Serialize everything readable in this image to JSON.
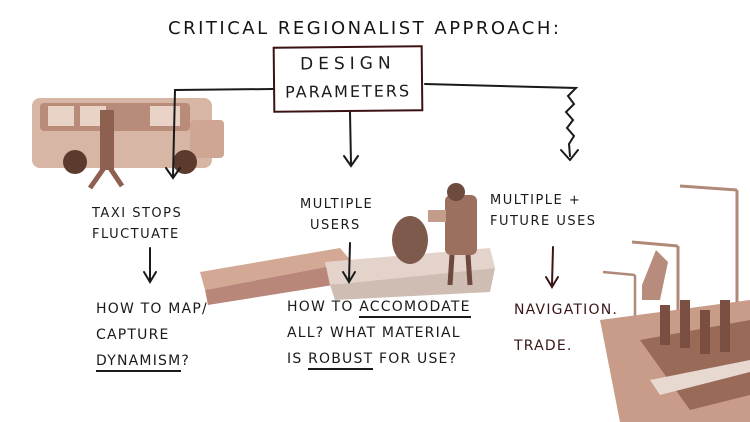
{
  "title": "CRITICAL REGIONALIST APPROACH:",
  "central_box": {
    "line1": "DESIGN",
    "line2": "PARAMETERS"
  },
  "branches": [
    {
      "label_lines": [
        "TAXI STOPS",
        "FLUCTUATE"
      ],
      "question": {
        "line1": "HOW TO MAP/",
        "line2": "CAPTURE",
        "line3_underlined": "DYNAMISM",
        "line3_rest": "?"
      }
    },
    {
      "label_lines": [
        "MULTIPLE",
        "USERS"
      ],
      "question": {
        "line1_pre": "HOW TO ",
        "line1_underlined": "ACCOMODATE",
        "line2": "ALL? WHAT MATERIAL",
        "line3_pre": "IS ",
        "line3_underlined": "ROBUST",
        "line3_rest": " FOR USE?"
      }
    },
    {
      "label_lines": [
        "MULTIPLE +",
        "FUTURE USES"
      ],
      "answers": [
        "NAVIGATION.",
        "TRADE."
      ]
    }
  ],
  "colors": {
    "ink": "#1a1a1a",
    "box_border": "#3b1212",
    "sepia": "#c7a08e",
    "sepia_dark": "#8a5a48"
  }
}
